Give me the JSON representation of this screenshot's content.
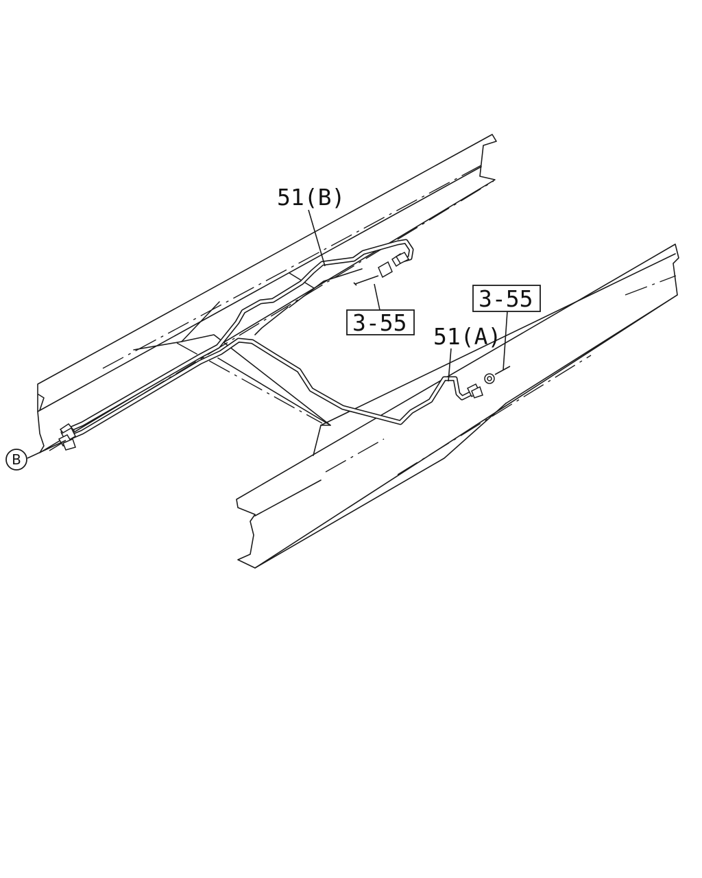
{
  "callouts": {
    "pipe_b": "51(B)",
    "pipe_a": "51(A)",
    "ref_upper": "3-55",
    "ref_right": "3-55",
    "circle_b": "B"
  }
}
